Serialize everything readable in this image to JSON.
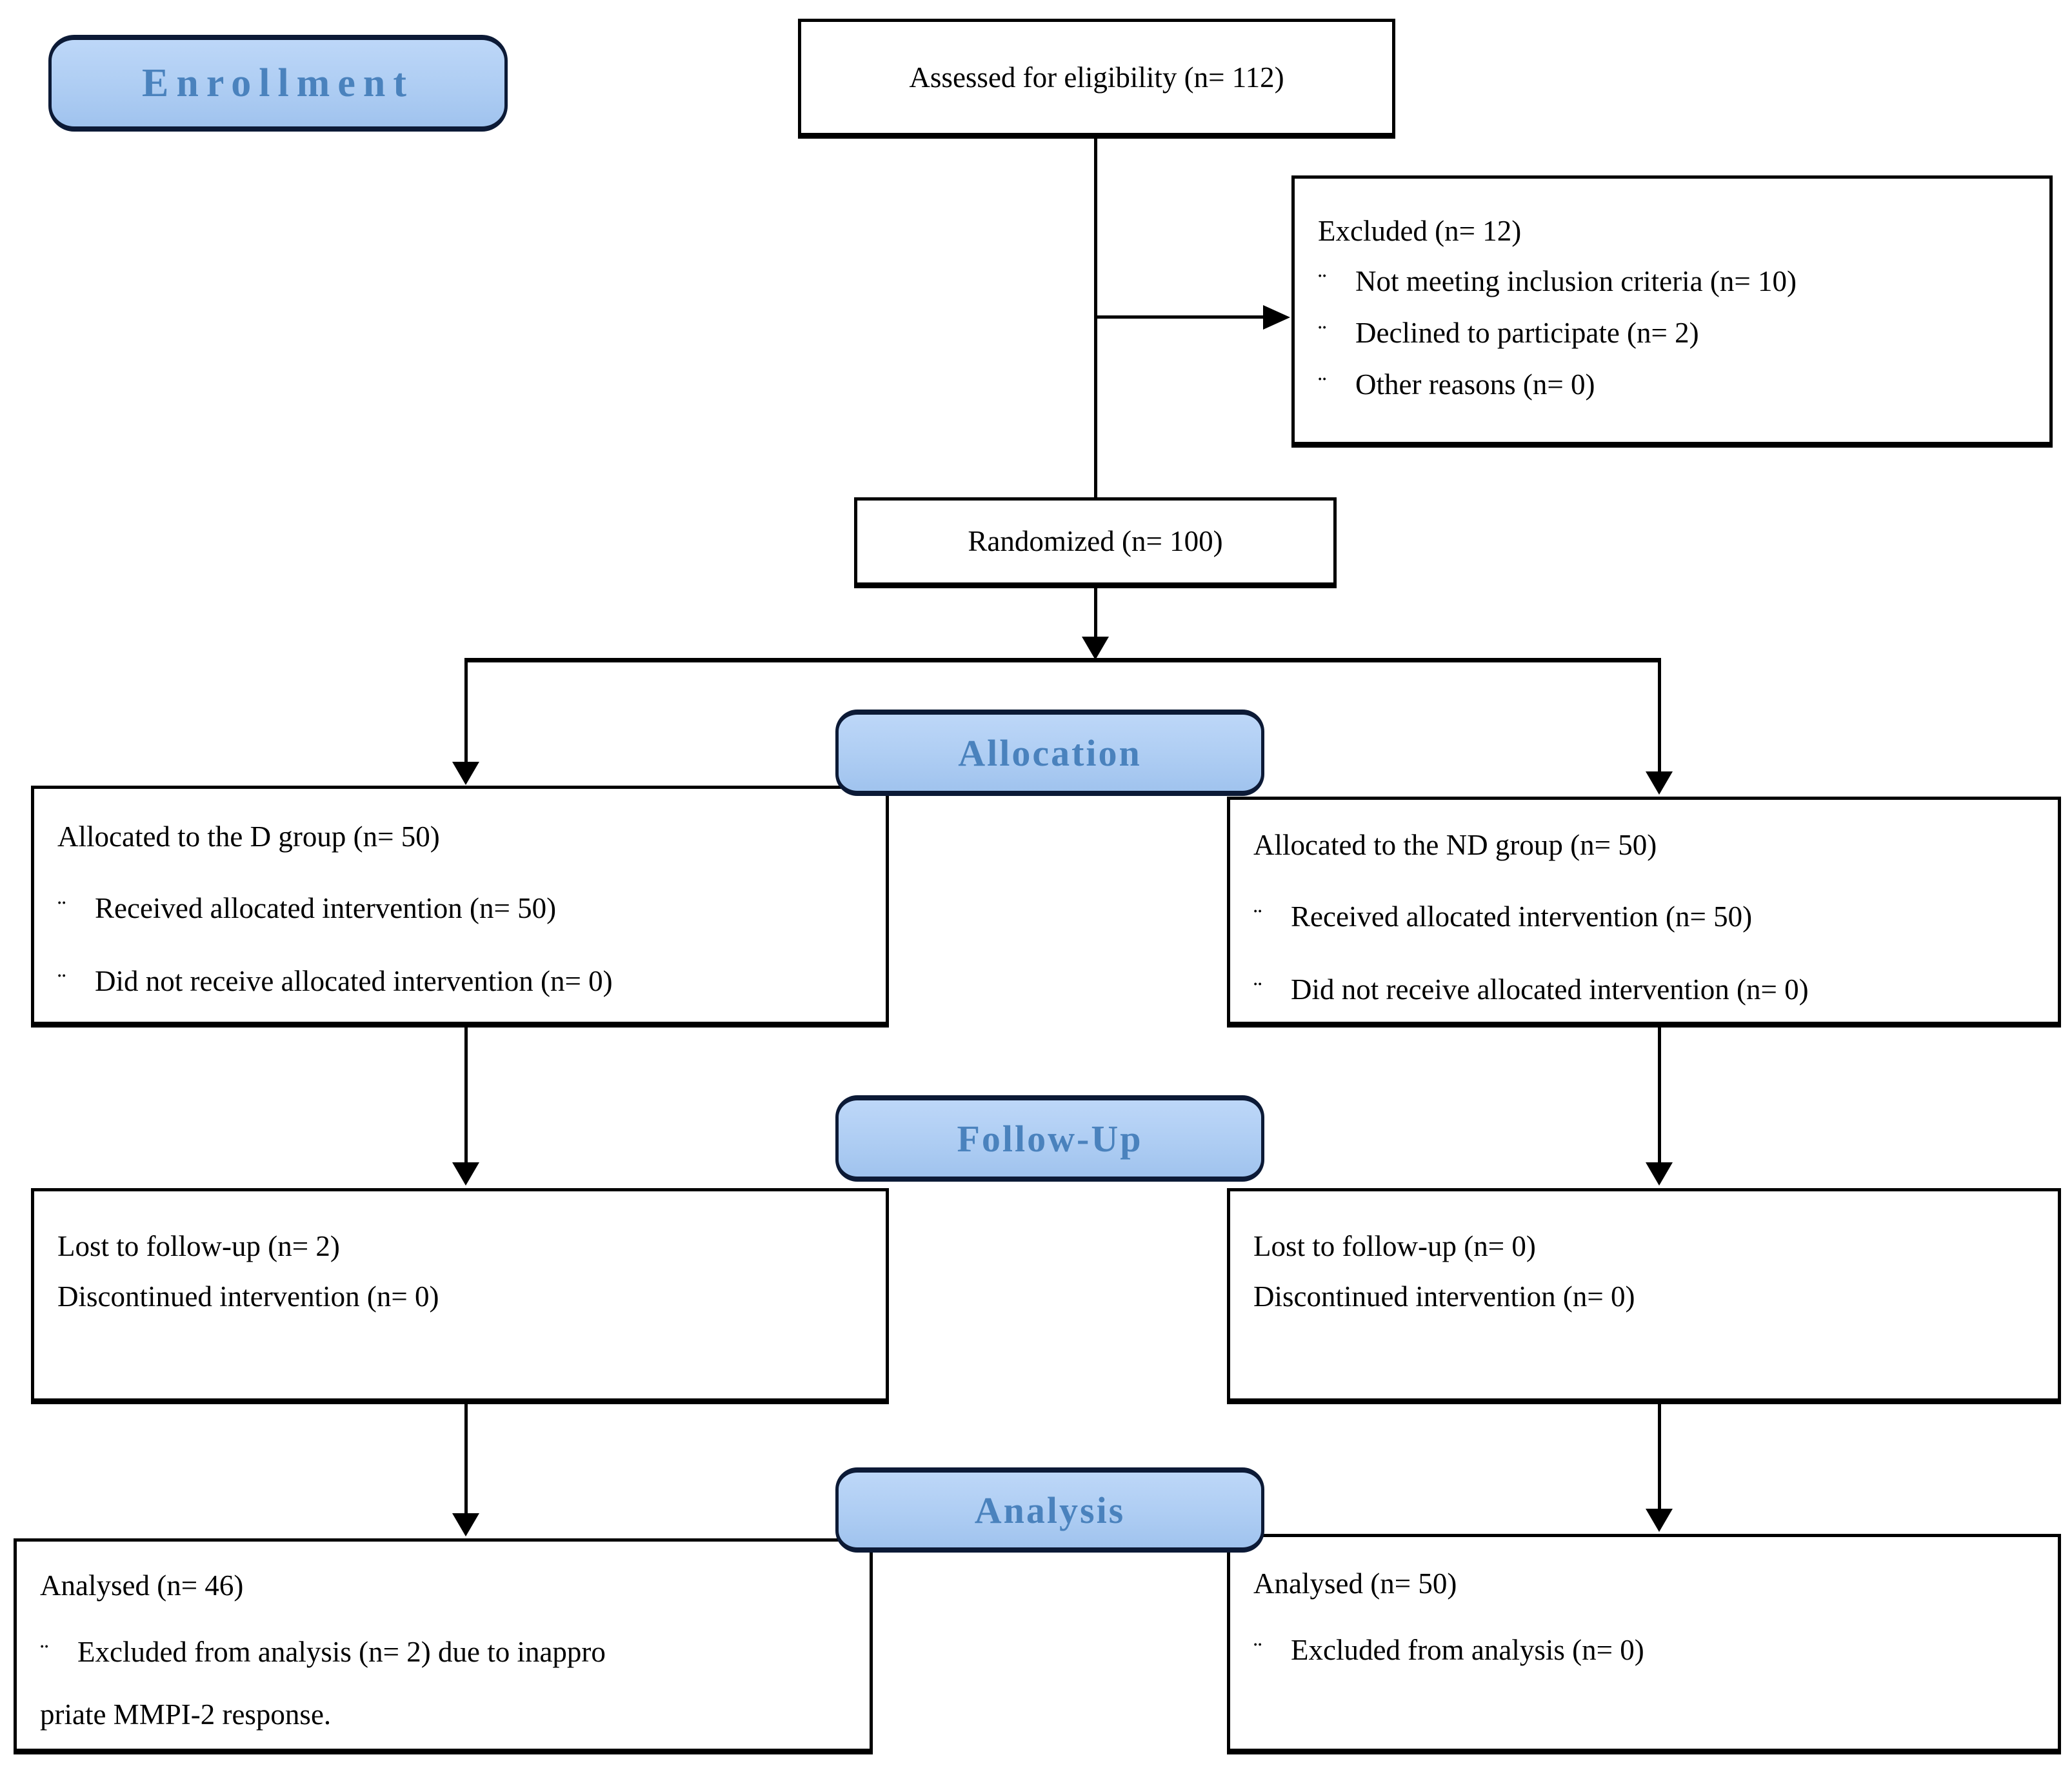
{
  "diagram": {
    "banners": {
      "enrollment": "Enrollment",
      "allocation": "Allocation",
      "follow_up": "Follow-Up",
      "analysis": "Analysis"
    },
    "bullet_char": "¨",
    "boxes": {
      "assessed": {
        "text": "Assessed for eligibility (n= 112)"
      },
      "excluded": {
        "title": "Excluded  (n= 12)",
        "bullets": [
          "Not meeting inclusion criteria (n= 10)",
          "Declined to participate (n= 2)",
          "Other reasons (n= 0)"
        ]
      },
      "randomized": {
        "text": "Randomized (n= 100)"
      },
      "allocated_d": {
        "title": "Allocated to the D group (n= 50)",
        "bullets": [
          "Received allocated intervention (n= 50)",
          "Did not receive allocated intervention (n= 0)"
        ]
      },
      "allocated_nd": {
        "title": "Allocated to the ND group (n= 50)",
        "bullets": [
          "Received allocated intervention (n= 50)",
          "Did not receive allocated intervention (n= 0)"
        ]
      },
      "followup_d": {
        "lines": [
          "Lost to follow-up (n= 2)",
          "Discontinued intervention (n= 0)"
        ]
      },
      "followup_nd": {
        "lines": [
          "Lost to follow-up (n= 0)",
          "Discontinued intervention (n= 0)"
        ]
      },
      "analysed_d": {
        "title": "Analysed  (n= 46)",
        "bullet": "Excluded from analysis (n= 2) due to inappro",
        "continuation": "priate MMPI-2 response."
      },
      "analysed_nd": {
        "title": "Analysed  (n= 50)",
        "bullet": "Excluded from analysis (n= 0)"
      }
    },
    "colors": {
      "banner_fill": "#AECDF3",
      "banner_border": "#0C1A36",
      "banner_text": "#4A82BD",
      "box_border": "#000000",
      "line": "#000000",
      "body_text": "#000000",
      "background": "#FFFFFF"
    }
  }
}
